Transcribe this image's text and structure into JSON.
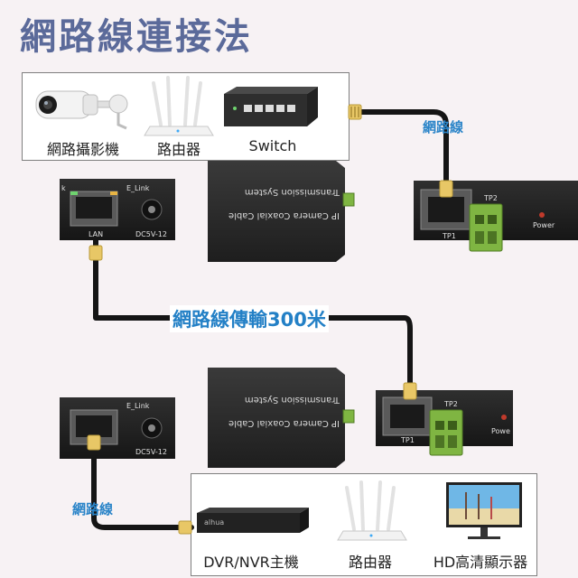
{
  "title": "網路線連接法",
  "top_panel": {
    "devices": [
      {
        "icon": "ip-camera-icon",
        "label": "網路攝影機"
      },
      {
        "icon": "router-icon",
        "label": "路由器"
      },
      {
        "icon": "switch-icon",
        "label": "Switch"
      }
    ]
  },
  "bottom_panel": {
    "devices": [
      {
        "icon": "dvr-nvr-icon",
        "label": "DVR/NVR主機"
      },
      {
        "icon": "router-icon",
        "label": "路由器"
      },
      {
        "icon": "hd-monitor-icon",
        "label": "HD高清顯示器"
      }
    ]
  },
  "cable_labels": {
    "top_right": "網路線",
    "middle": "網路線傳輸300米",
    "bottom_left": "網路線"
  },
  "transmitter_box": {
    "line1": "Transmission System",
    "line2": "IP Camera Coaxial Cable"
  },
  "left_module": {
    "top": {
      "tag": "E_Link",
      "port_lan": "LAN",
      "port_dc": "DC5V-12",
      "corner": "k"
    },
    "bottom": {
      "tag": "E_Link",
      "port_dc": "DC5V-12"
    }
  },
  "right_module": {
    "top": {
      "tp1": "TP1",
      "tp2": "TP2",
      "power": "Power"
    },
    "bottom": {
      "tp1": "TP1",
      "tp2": "TP2",
      "power": "Powe"
    }
  },
  "dvr_brand": "alhua",
  "colors": {
    "title": "#5b6a9a",
    "cable_label": "#2a84c8",
    "cable": "#151515",
    "device_body": "#2b2b2b",
    "terminal_green": "#7fb542"
  }
}
